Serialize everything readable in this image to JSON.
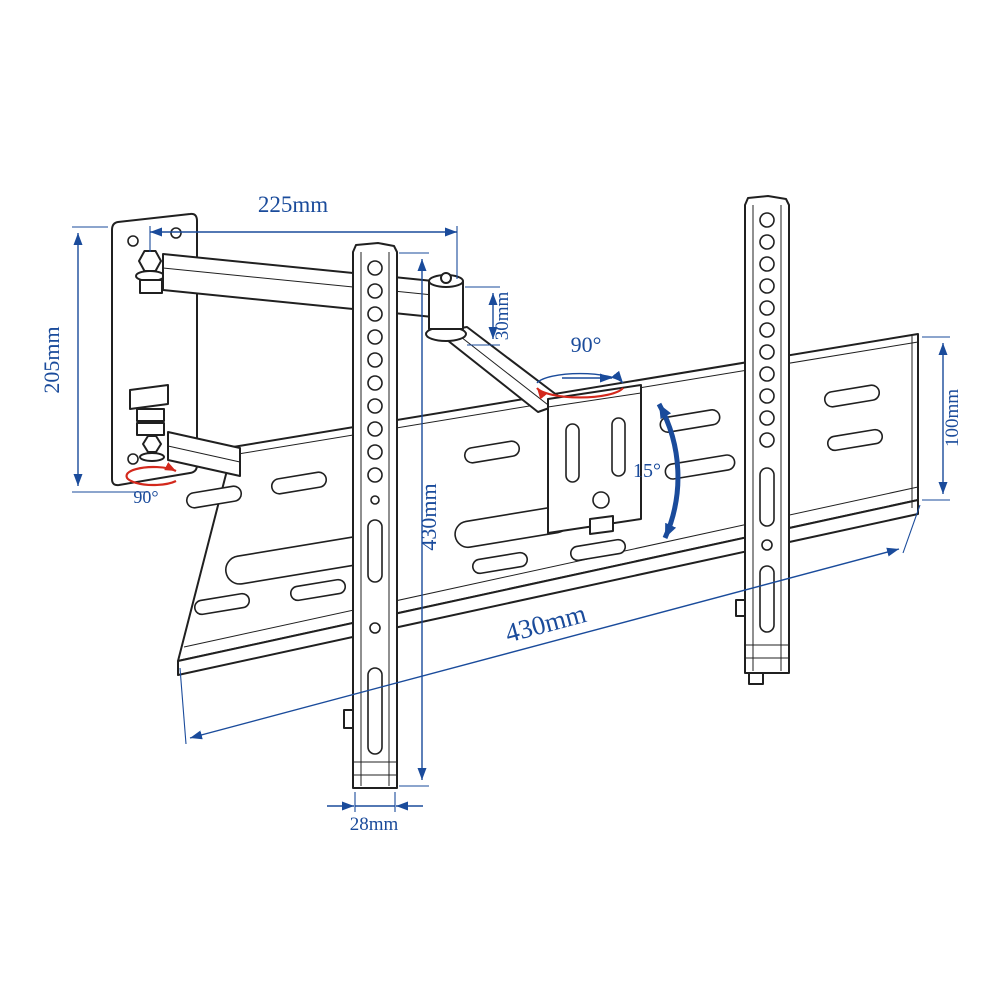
{
  "page": {
    "background": "#ffffff"
  },
  "diagram": {
    "title": "Articulating TV wall mount bracket - dimensional drawing",
    "colors": {
      "line": "#202020",
      "dimension": "#1a4b9b",
      "accent": "#d3281c",
      "background": "#ffffff"
    },
    "labels": {
      "wall_plate_width": "225mm",
      "wall_plate_height": "205mm",
      "arm_profile": "30mm",
      "swivel_top": "90°",
      "rail_top_offset": "100mm",
      "tilt_angle": "15°",
      "plate_width": "430mm",
      "rail_height": "430mm",
      "rail_width": "28mm",
      "swivel_bottom": "90°"
    }
  }
}
